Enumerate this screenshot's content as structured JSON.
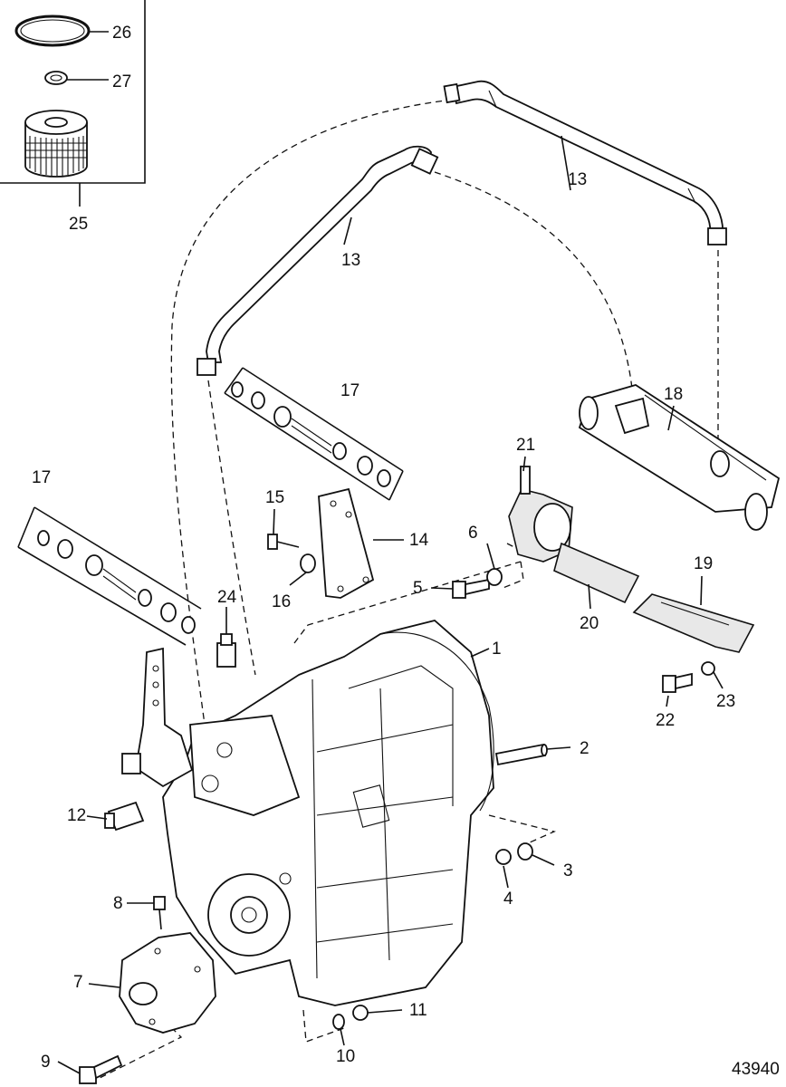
{
  "figure_number": "43940",
  "callouts": [
    {
      "id": "1",
      "text": "1"
    },
    {
      "id": "2",
      "text": "2"
    },
    {
      "id": "3",
      "text": "3"
    },
    {
      "id": "4",
      "text": "4"
    },
    {
      "id": "5",
      "text": "5"
    },
    {
      "id": "6",
      "text": "6"
    },
    {
      "id": "7",
      "text": "7"
    },
    {
      "id": "8",
      "text": "8"
    },
    {
      "id": "9",
      "text": "9"
    },
    {
      "id": "10",
      "text": "10"
    },
    {
      "id": "11",
      "text": "11"
    },
    {
      "id": "12",
      "text": "12"
    },
    {
      "id": "13a",
      "text": "13"
    },
    {
      "id": "13b",
      "text": "13"
    },
    {
      "id": "14",
      "text": "14"
    },
    {
      "id": "15",
      "text": "15"
    },
    {
      "id": "16",
      "text": "16"
    },
    {
      "id": "17a",
      "text": "17"
    },
    {
      "id": "17b",
      "text": "17"
    },
    {
      "id": "18",
      "text": "18"
    },
    {
      "id": "19",
      "text": "19"
    },
    {
      "id": "20",
      "text": "20"
    },
    {
      "id": "21",
      "text": "21"
    },
    {
      "id": "22",
      "text": "22"
    },
    {
      "id": "23",
      "text": "23"
    },
    {
      "id": "24",
      "text": "24"
    },
    {
      "id": "25",
      "text": "25"
    },
    {
      "id": "26",
      "text": "26"
    },
    {
      "id": "27",
      "text": "27"
    }
  ]
}
